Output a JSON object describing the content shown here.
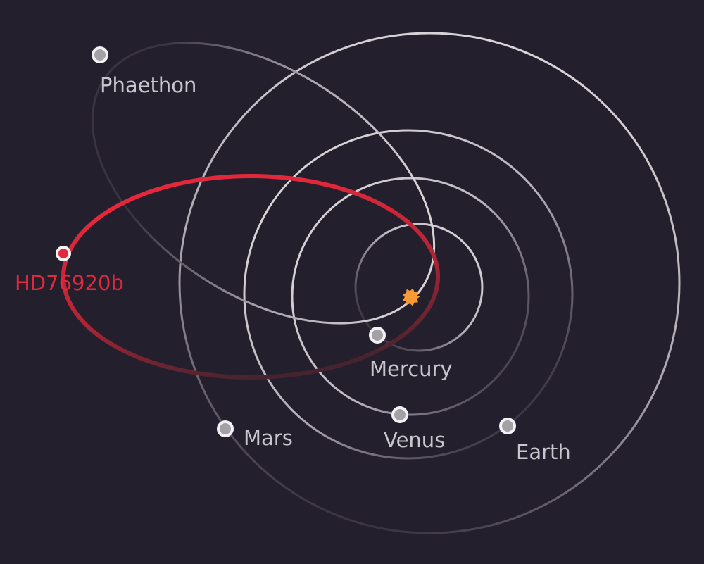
{
  "colors": {
    "background": "#231f2c",
    "orbit": "#d6d2d6",
    "highlight": "#e4283b",
    "star": "#f79a36",
    "label": "#c9c5cc"
  },
  "labels": {
    "phaethon": "Phaethon",
    "hd76920b": "HD76920b",
    "mercury": "Mercury",
    "venus": "Venus",
    "earth": "Earth",
    "mars": "Mars"
  }
}
